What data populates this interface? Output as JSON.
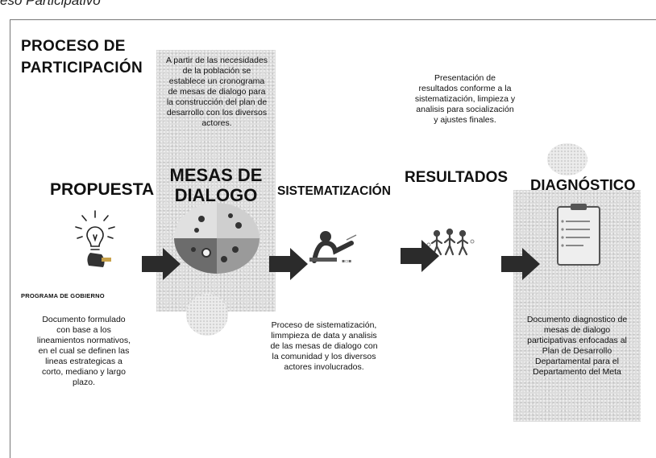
{
  "heading_clipped": "eso Participativo",
  "title_line1": "PROCESO DE",
  "title_line2": "PARTICIPACIÓN",
  "stages": {
    "propuesta": {
      "name": "PROPUESTA",
      "sublabel": "PROGRAMA DE GOBIERNO",
      "description": "Documento formulado con base a los lineamientos normativos, en el cual se definen las lineas estrategicas a corto, mediano y largo plazo."
    },
    "mesas": {
      "name": "MESAS DE DIALOGO",
      "description": "A partir de las necesidades de la población se establece un cronograma de mesas de dialogo para la construcción del plan de desarrollo con los diversos actores."
    },
    "sistematizacion": {
      "name": "SISTEMATIZACIÓN",
      "description": "Proceso de sistematización, limmpieza de data y analisis de las mesas de dialogo con la comunidad y los diversos actores involucrados."
    },
    "resultados": {
      "name": "RESULTADOS",
      "description": "Presentación de resultados conforme a la sistematización, limpieza y analisis para socialización y ajustes finales."
    },
    "diagnostico": {
      "name": "DIAGNÓSTICO",
      "description": "Documento diagnostico de mesas de dialogo participativas enfocadas al Plan de Desarrollo Departamental para el Departamento del Meta"
    }
  },
  "colors": {
    "arrow": "#2b2b2b",
    "panel": "#dcdcdc",
    "text": "#111111"
  },
  "icons": [
    "lightbulb-icon",
    "pie-chart-icon",
    "presenter-icon",
    "people-walking-icon",
    "clipboard-icon",
    "arrow-right-icon"
  ]
}
